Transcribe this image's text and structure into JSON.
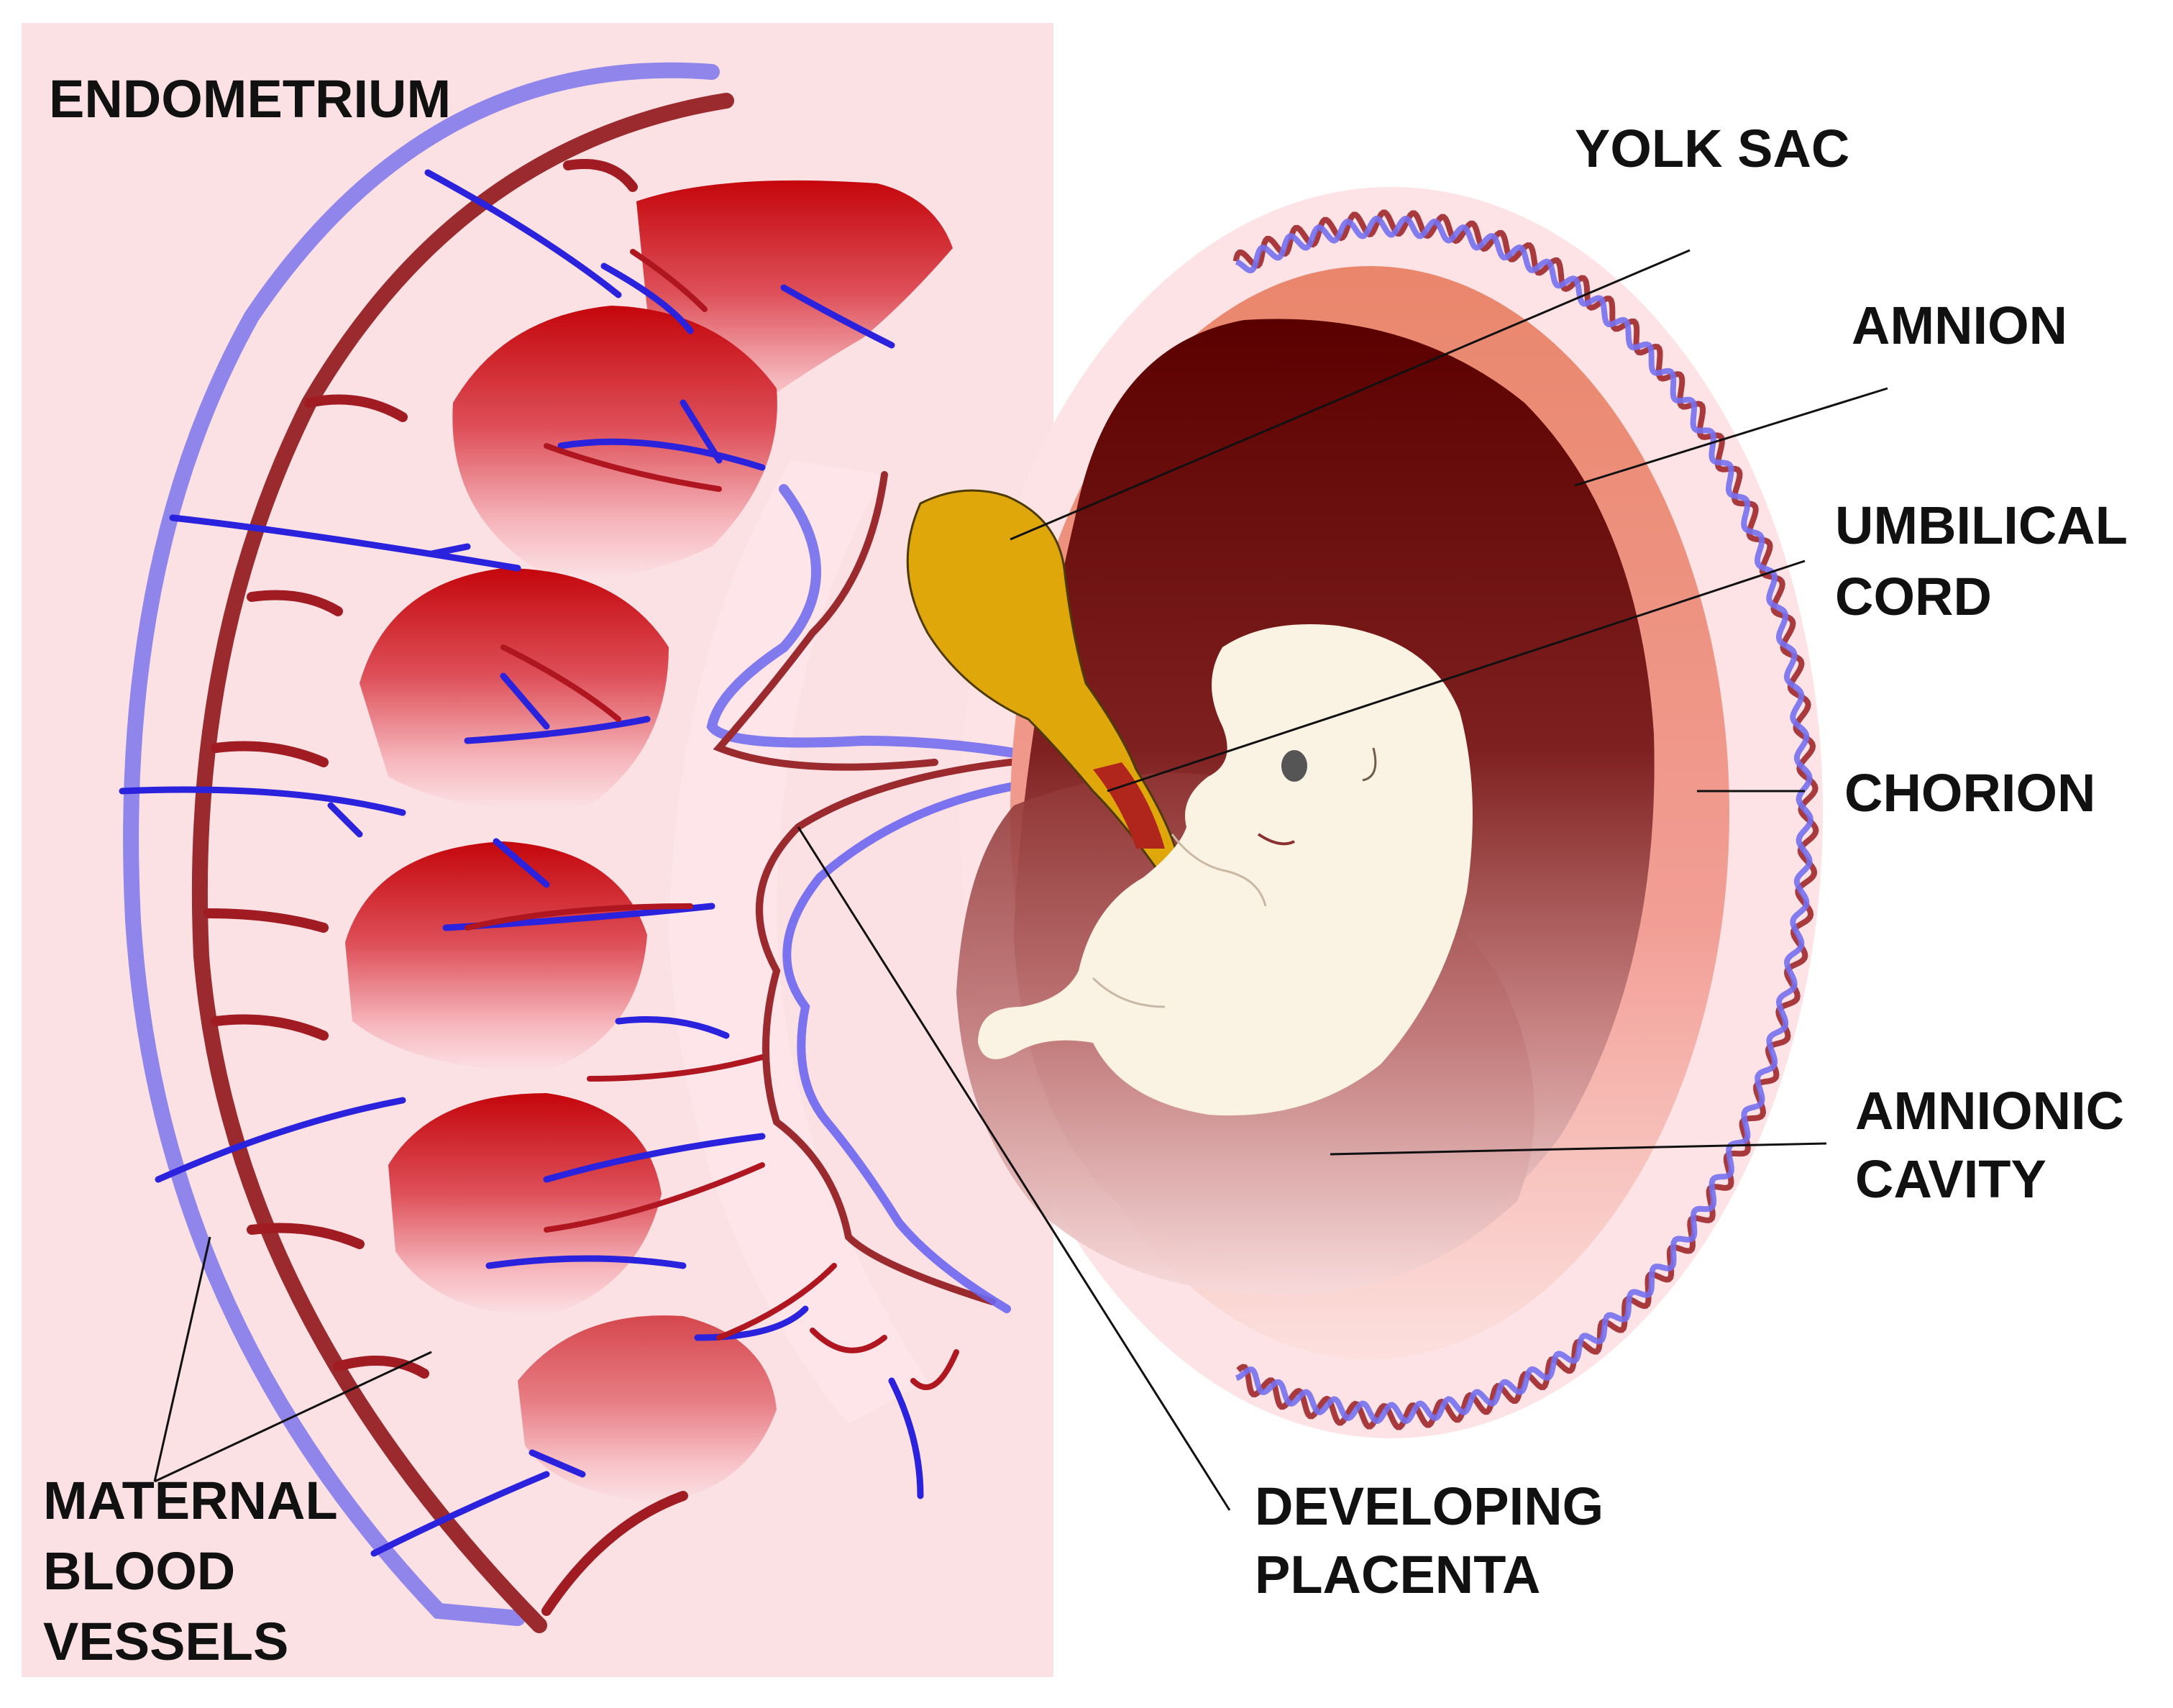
{
  "diagram": {
    "labels": {
      "endometrium": "ENDOMETRIUM",
      "yolk_sac": "YOLK SAC",
      "amnion": "AMNION",
      "umbilical_1": "UMBILICAL",
      "umbilical_2": "CORD",
      "chorion": "CHORION",
      "amnionic_1": "AMNIONIC",
      "amnionic_2": "CAVITY",
      "placenta_1": "DEVELOPING",
      "placenta_2": "PLACENTA",
      "maternal_1": "MATERNAL",
      "maternal_2": "BLOOD",
      "maternal_3": "VESSELS"
    },
    "colors": {
      "endometrium_bg": "#fbe1e4",
      "maternal_artery": "#9a2a2e",
      "maternal_vein": "#6b66ee",
      "villi": "#c8161c",
      "yolk_sac": "#e0a70a",
      "embryo": "#faf2e2",
      "amnion_outer": "#ee9c86",
      "amniotic_fluid": "#6b0f0f"
    }
  }
}
